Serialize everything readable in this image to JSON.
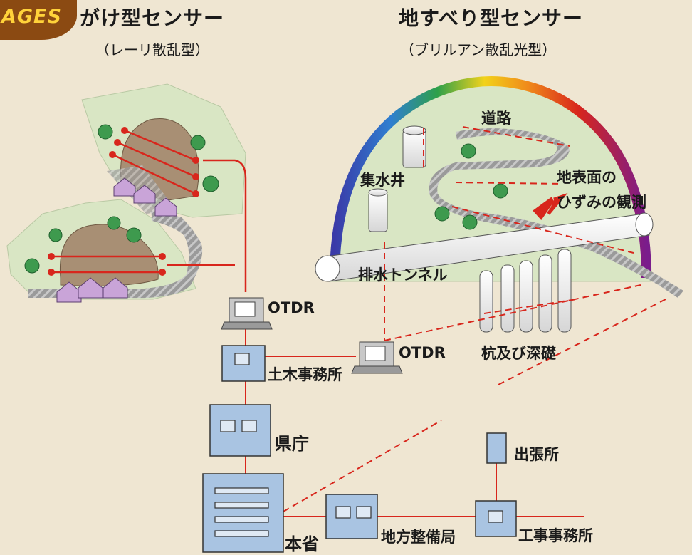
{
  "logo": {
    "text": "AGES"
  },
  "left_panel": {
    "title": "がけ型センサー",
    "subtitle": "（レーリ散乱型）"
  },
  "right_panel": {
    "title": "地すべり型センサー",
    "subtitle": "（ブリルアン散乱光型）"
  },
  "labels": {
    "road": "道路",
    "well": "集水井",
    "ground_line1": "地表面の",
    "ground_line2": "ひずみの観測",
    "tunnel": "排水トンネル",
    "piles": "杭及び深礎",
    "otdr_left": "OTDR",
    "otdr_right": "OTDR"
  },
  "offices": {
    "civil": "土木事務所",
    "prefecture": "県庁",
    "ministry": "本省",
    "regional": "地方整備局",
    "branch": "出張所",
    "construction": "工事事務所"
  },
  "colors": {
    "background": "#efe6d2",
    "fiber": "#d8261c",
    "office_box": "#a9c4e2",
    "hill": "#d9e6c4",
    "mound": "#a88f74",
    "road": "#8c8c8c",
    "house": "#c9a4d8"
  }
}
